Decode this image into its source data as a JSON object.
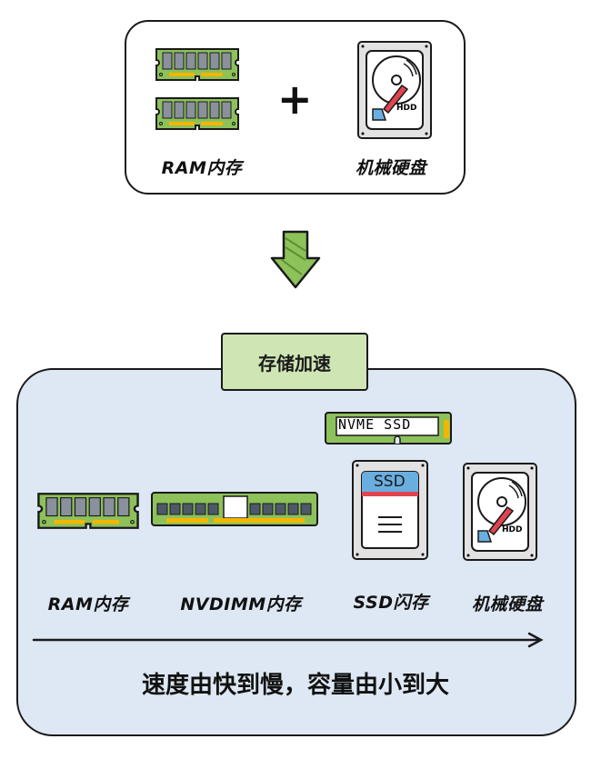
{
  "top": {
    "ram_label": "RAM内存",
    "plus": "+",
    "hdd_label": "机械硬盘",
    "hdd_badge": "HDD"
  },
  "tag": "存储加速",
  "bottom": {
    "labels": [
      "RAM内存",
      "NVDIMM内存",
      "SSD闪存",
      "机械硬盘"
    ],
    "nvme_text": "NVME SSD",
    "ssd_text": "SSD",
    "hdd_badge": "HDD",
    "caption": "速度由快到慢，容量由小到大"
  },
  "colors": {
    "pcb": "#8dc15a",
    "chip": "#8a919c",
    "bg": "#dde8f4",
    "tag": "#cfe6b4",
    "ssd_blue": "#6aaee0",
    "red": "#e0454f"
  }
}
